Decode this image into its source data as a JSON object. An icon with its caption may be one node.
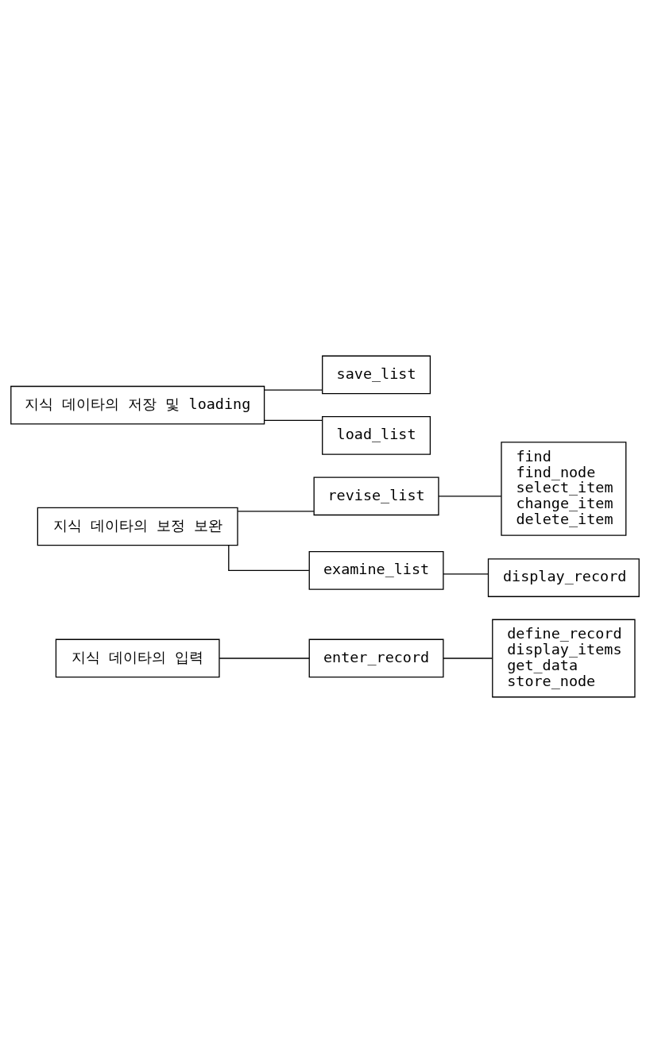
{
  "diagram": {
    "nodes": [
      {
        "text": [
          "지식 데이타의 입력"
        ]
      },
      {
        "text": [
          "enter_record"
        ]
      },
      {
        "text": [
          "define_record",
          "display_items",
          "get_data",
          "store_node"
        ]
      },
      {
        "text": [
          "지식 데이타의 보정 보완"
        ]
      },
      {
        "text": [
          "revise_list"
        ]
      },
      {
        "text": [
          "find",
          "find_node",
          "select_item",
          "change_item",
          "delete_item"
        ]
      },
      {
        "text": [
          "examine_list"
        ]
      },
      {
        "text": [
          "display_record"
        ]
      },
      {
        "text": [
          "지식 데이타의 저장 및 loading"
        ]
      },
      {
        "text": [
          "save_list"
        ]
      },
      {
        "text": [
          "load_list"
        ]
      }
    ],
    "edges": [
      {
        "from": 0,
        "to": 1,
        "arrow": "none"
      },
      {
        "from": 1,
        "to": 2,
        "arrow": "none"
      },
      {
        "from": 3,
        "to": 4,
        "arrow": "none"
      },
      {
        "from": 4,
        "to": 5,
        "arrow": "none"
      },
      {
        "from": 3,
        "to": 6,
        "arrow": "none"
      },
      {
        "from": 6,
        "to": 7,
        "arrow": "none"
      },
      {
        "from": 8,
        "to": 9,
        "arrow": "none"
      },
      {
        "from": 8,
        "to": 10,
        "arrow": "none"
      }
    ]
  }
}
